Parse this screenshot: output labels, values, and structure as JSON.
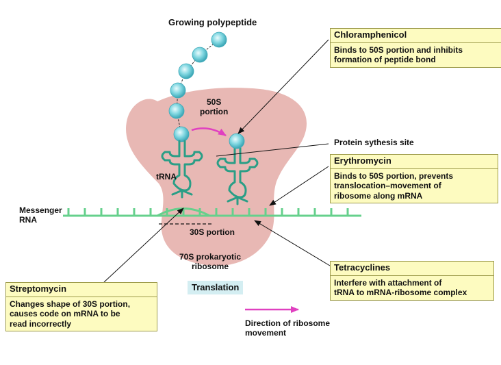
{
  "labels": {
    "growing_polypeptide": "Growing polypeptide",
    "portion_50s_line1": "50S",
    "portion_50s_line2": "portion",
    "protein_site": "Protein sythesis site",
    "trna": "tRNA",
    "messenger_line1": "Messenger",
    "messenger_line2": "RNA",
    "portion_30s": "30S portion",
    "ribosome_line1": "70S prokaryotic",
    "ribosome_line2": "ribosome",
    "translation": "Translation",
    "direction_line1": "Direction of ribosome",
    "direction_line2": "movement"
  },
  "boxes": {
    "chloramphenicol": {
      "title": "Chloramphenicol",
      "line1": "Binds to 50S portion and inhibits",
      "line2": "formation of peptide bond"
    },
    "erythromycin": {
      "title": "Erythromycin",
      "line1": "Binds to 50S portion, prevents",
      "line2": "translocation–movement of",
      "line3": "ribosome along mRNA"
    },
    "tetracyclines": {
      "title": "Tetracyclines",
      "line1": "Interfere with attachment of",
      "line2": "tRNA to mRNA-ribosome complex"
    },
    "streptomycin": {
      "title": "Streptomycin",
      "line1": "Changes shape of 30S portion,",
      "line2": "causes code on mRNA to be",
      "line3": "read incorrectly"
    }
  },
  "colors": {
    "ribosome": "#e8b8b4",
    "strand": "#66d08c",
    "trna": "#2a9e86",
    "bead": "#7fd6e0",
    "arrow": "#e040c0",
    "box_fill": "#fdfbc0",
    "translation_chip": "#d4eef2"
  }
}
